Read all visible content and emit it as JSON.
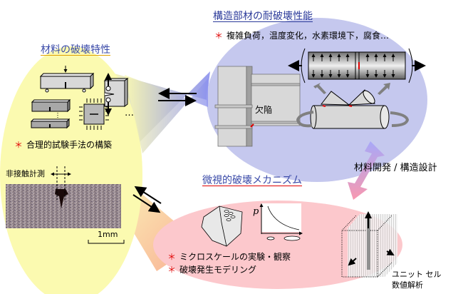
{
  "colors": {
    "yellow_region": "#fbfab0",
    "blue_region": "#c5c8ee",
    "pink_region": "#fcc8cc",
    "title_text": "#3a4aa8",
    "bullet_star": "#e00000",
    "crack_red": "#e00000"
  },
  "sections": {
    "material": {
      "title": "材料の破壊特性",
      "bullet_mark": "＊",
      "bullet": "合理的試験手法の構築",
      "ellipsis": "…",
      "measurement_label": "非接触計測",
      "scale_label": "1mm"
    },
    "structure": {
      "title": "構造部材の耐破壊性能",
      "bullet_mark": "＊",
      "bullet": "複雑負荷，温度変化，水素環境下，腐食…",
      "defect_label": "欠陥"
    },
    "micro": {
      "title": "微視的破壊メカニズム",
      "bullets": [
        {
          "mark": "＊",
          "text": "ミクロスケールの実験・観察"
        },
        {
          "mark": "＊",
          "text": "破壊発生モデリング"
        }
      ],
      "plot_axis_label": "p",
      "unit_cell_label_1": "ユニット セル",
      "unit_cell_label_2": "数値解析"
    },
    "link": {
      "label": "材料開発 / 構造設計"
    }
  },
  "icons": [
    "three-point-bend-specimen-icon",
    "compact-tension-specimen-icon",
    "four-point-bend-specimen-icon",
    "biaxial-plate-specimen-icon",
    "pipe-specimen-icon",
    "beam-column-joint-icon",
    "tubular-joint-icon",
    "rotation-arrow-icon",
    "grain-polyhedron-icon",
    "void-growth-plot-icon",
    "unit-cell-icon",
    "bidirectional-arrow-icon"
  ]
}
